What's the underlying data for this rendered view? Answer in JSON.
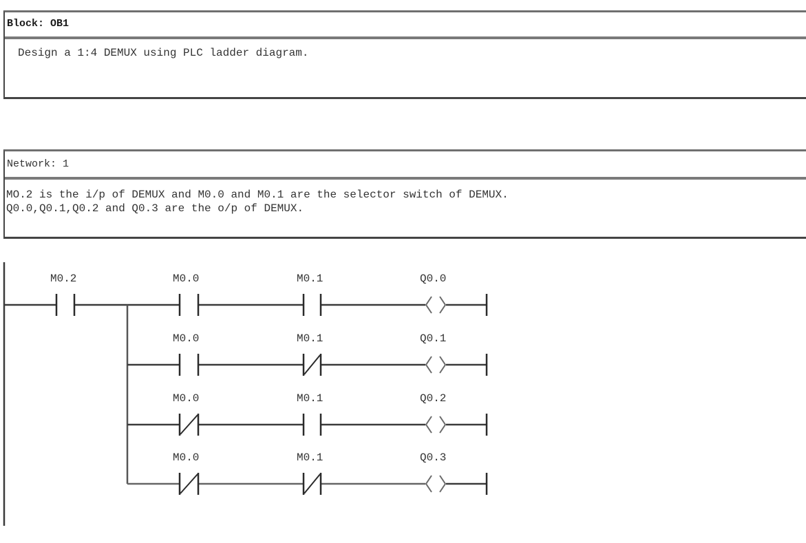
{
  "block": {
    "header": "Block: OB1",
    "comment": "Design a 1:4 DEMUX using PLC ladder diagram."
  },
  "network": {
    "header": "Network: 1",
    "comment_lines": [
      "MO.2 is the i/p of DEMUX and M0.0 and M0.1 are the selector switch of DEMUX.",
      "Q0.0,Q0.1,Q0.2 and Q0.3 are the o/p of DEMUX."
    ]
  },
  "ladder": {
    "input_contact": {
      "address": "M0.2",
      "type": "normally-open"
    },
    "rungs": [
      {
        "contact1": {
          "address": "M0.0",
          "type": "normally-open"
        },
        "contact2": {
          "address": "M0.1",
          "type": "normally-open"
        },
        "coil": {
          "address": "Q0.0"
        }
      },
      {
        "contact1": {
          "address": "M0.0",
          "type": "normally-open"
        },
        "contact2": {
          "address": "M0.1",
          "type": "normally-closed"
        },
        "coil": {
          "address": "Q0.1"
        }
      },
      {
        "contact1": {
          "address": "M0.0",
          "type": "normally-closed"
        },
        "contact2": {
          "address": "M0.1",
          "type": "normally-open"
        },
        "coil": {
          "address": "Q0.2"
        }
      },
      {
        "contact1": {
          "address": "M0.0",
          "type": "normally-closed"
        },
        "contact2": {
          "address": "M0.1",
          "type": "normally-closed"
        },
        "coil": {
          "address": "Q0.3"
        }
      }
    ],
    "colors": {
      "wire": "#3a3a3a",
      "coil": "#6a6a6a",
      "border": "#444444"
    }
  }
}
